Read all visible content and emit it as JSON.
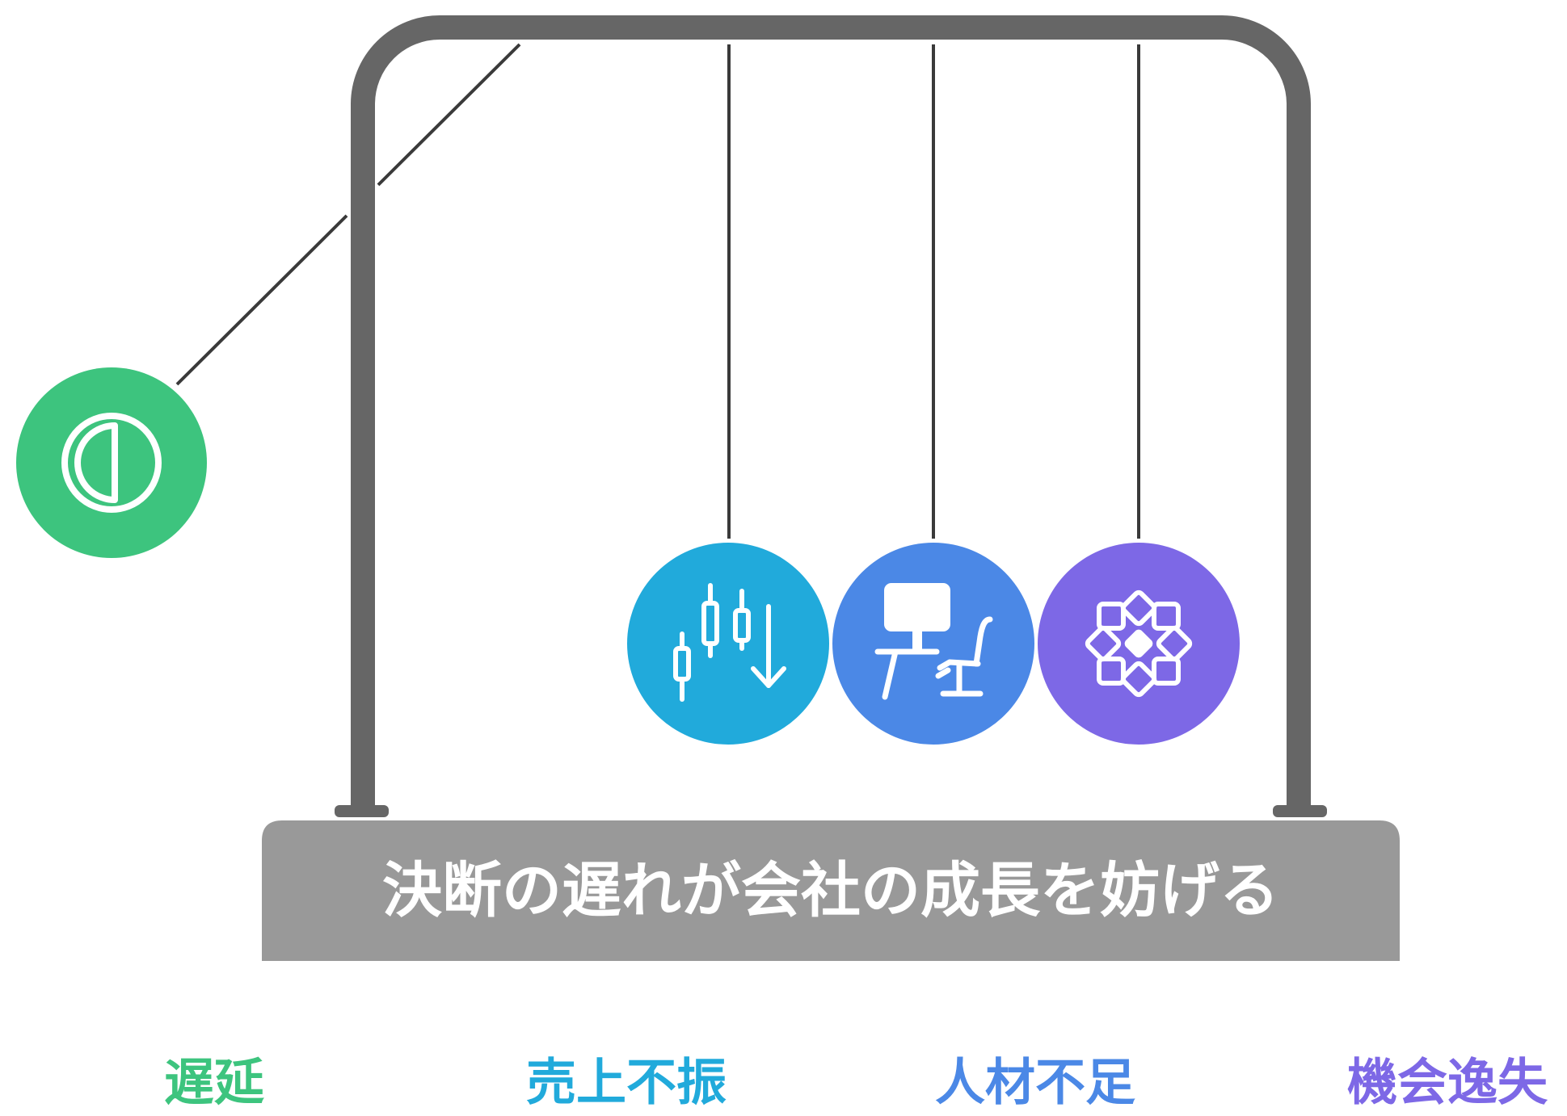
{
  "diagram": {
    "base_caption": "決断の遅れが会社の成長を妨げる",
    "colors": {
      "frame": "#666666",
      "base": "#999999",
      "string": "#3a3a3a"
    },
    "balls": [
      {
        "label": "遅延",
        "color": "#3DC47E",
        "icon": "contrast-icon"
      },
      {
        "label": "売上不振",
        "color": "#21AADB",
        "icon": "candlestick-down-icon"
      },
      {
        "label": "人材不足",
        "color": "#4B88E6",
        "icon": "office-desk-icon"
      },
      {
        "label": "機会逸失",
        "color": "#7D68E6",
        "icon": "flower-pattern-icon"
      }
    ]
  }
}
